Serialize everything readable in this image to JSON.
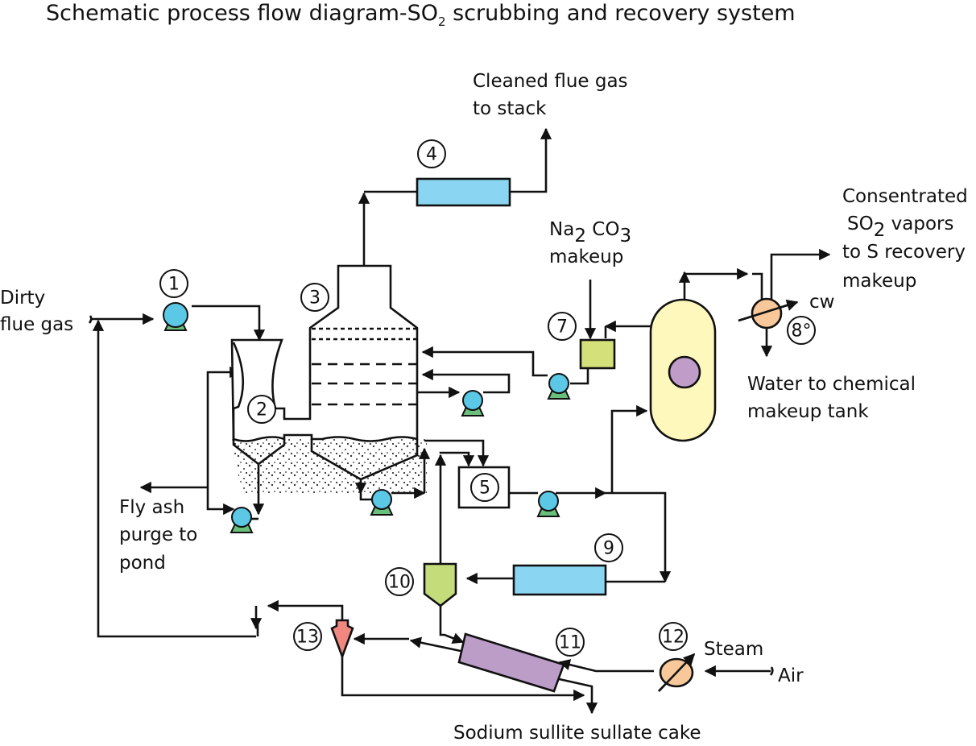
{
  "title": {
    "main": "Schematic process flow diagram-SO",
    "sub": "2",
    "rest": " scrubbing and recovery system"
  },
  "colors": {
    "pump_body": "#5bc8e6",
    "pump_base": "#6abf7b",
    "heat_exchanger": "#f8c89a",
    "cooler_tank": "#8ad6f2",
    "chem_tank": "#d4e07a",
    "evaporator": "#fef8bd",
    "evaporator_core": "#c09cc8",
    "thickener": "#c5dc7a",
    "dryer": "#bb9dc8",
    "cyclone": "#f08880",
    "line": "#111111"
  },
  "equipment_numbers": [
    "1",
    "2",
    "3",
    "4",
    "5",
    "7",
    "8°",
    "9",
    "10",
    "11",
    "12",
    "13"
  ],
  "labels": {
    "dirty_flue_gas": [
      "Dirty",
      "flue gas"
    ],
    "cleaned_flue_gas": [
      "Cleaned flue gas",
      "to stack"
    ],
    "na2co3": {
      "a": "Na",
      "a_sub": "2",
      "b": " CO",
      "b_sub": "3",
      "line2": "makeup"
    },
    "so2_vapors": {
      "line1": "Consentrated",
      "line2a": "SO",
      "line2_sub": "2",
      "line2b": " vapors",
      "line3": "to S recovery",
      "line4": "makeup"
    },
    "cw": "cw",
    "water_to_tank": [
      "Water to chemical",
      "makeup tank"
    ],
    "fly_ash": [
      "Fly ash",
      "purge to",
      "pond"
    ],
    "steam": "Steam",
    "air": "Air",
    "cake": "Sodium sullite sullate cake"
  }
}
